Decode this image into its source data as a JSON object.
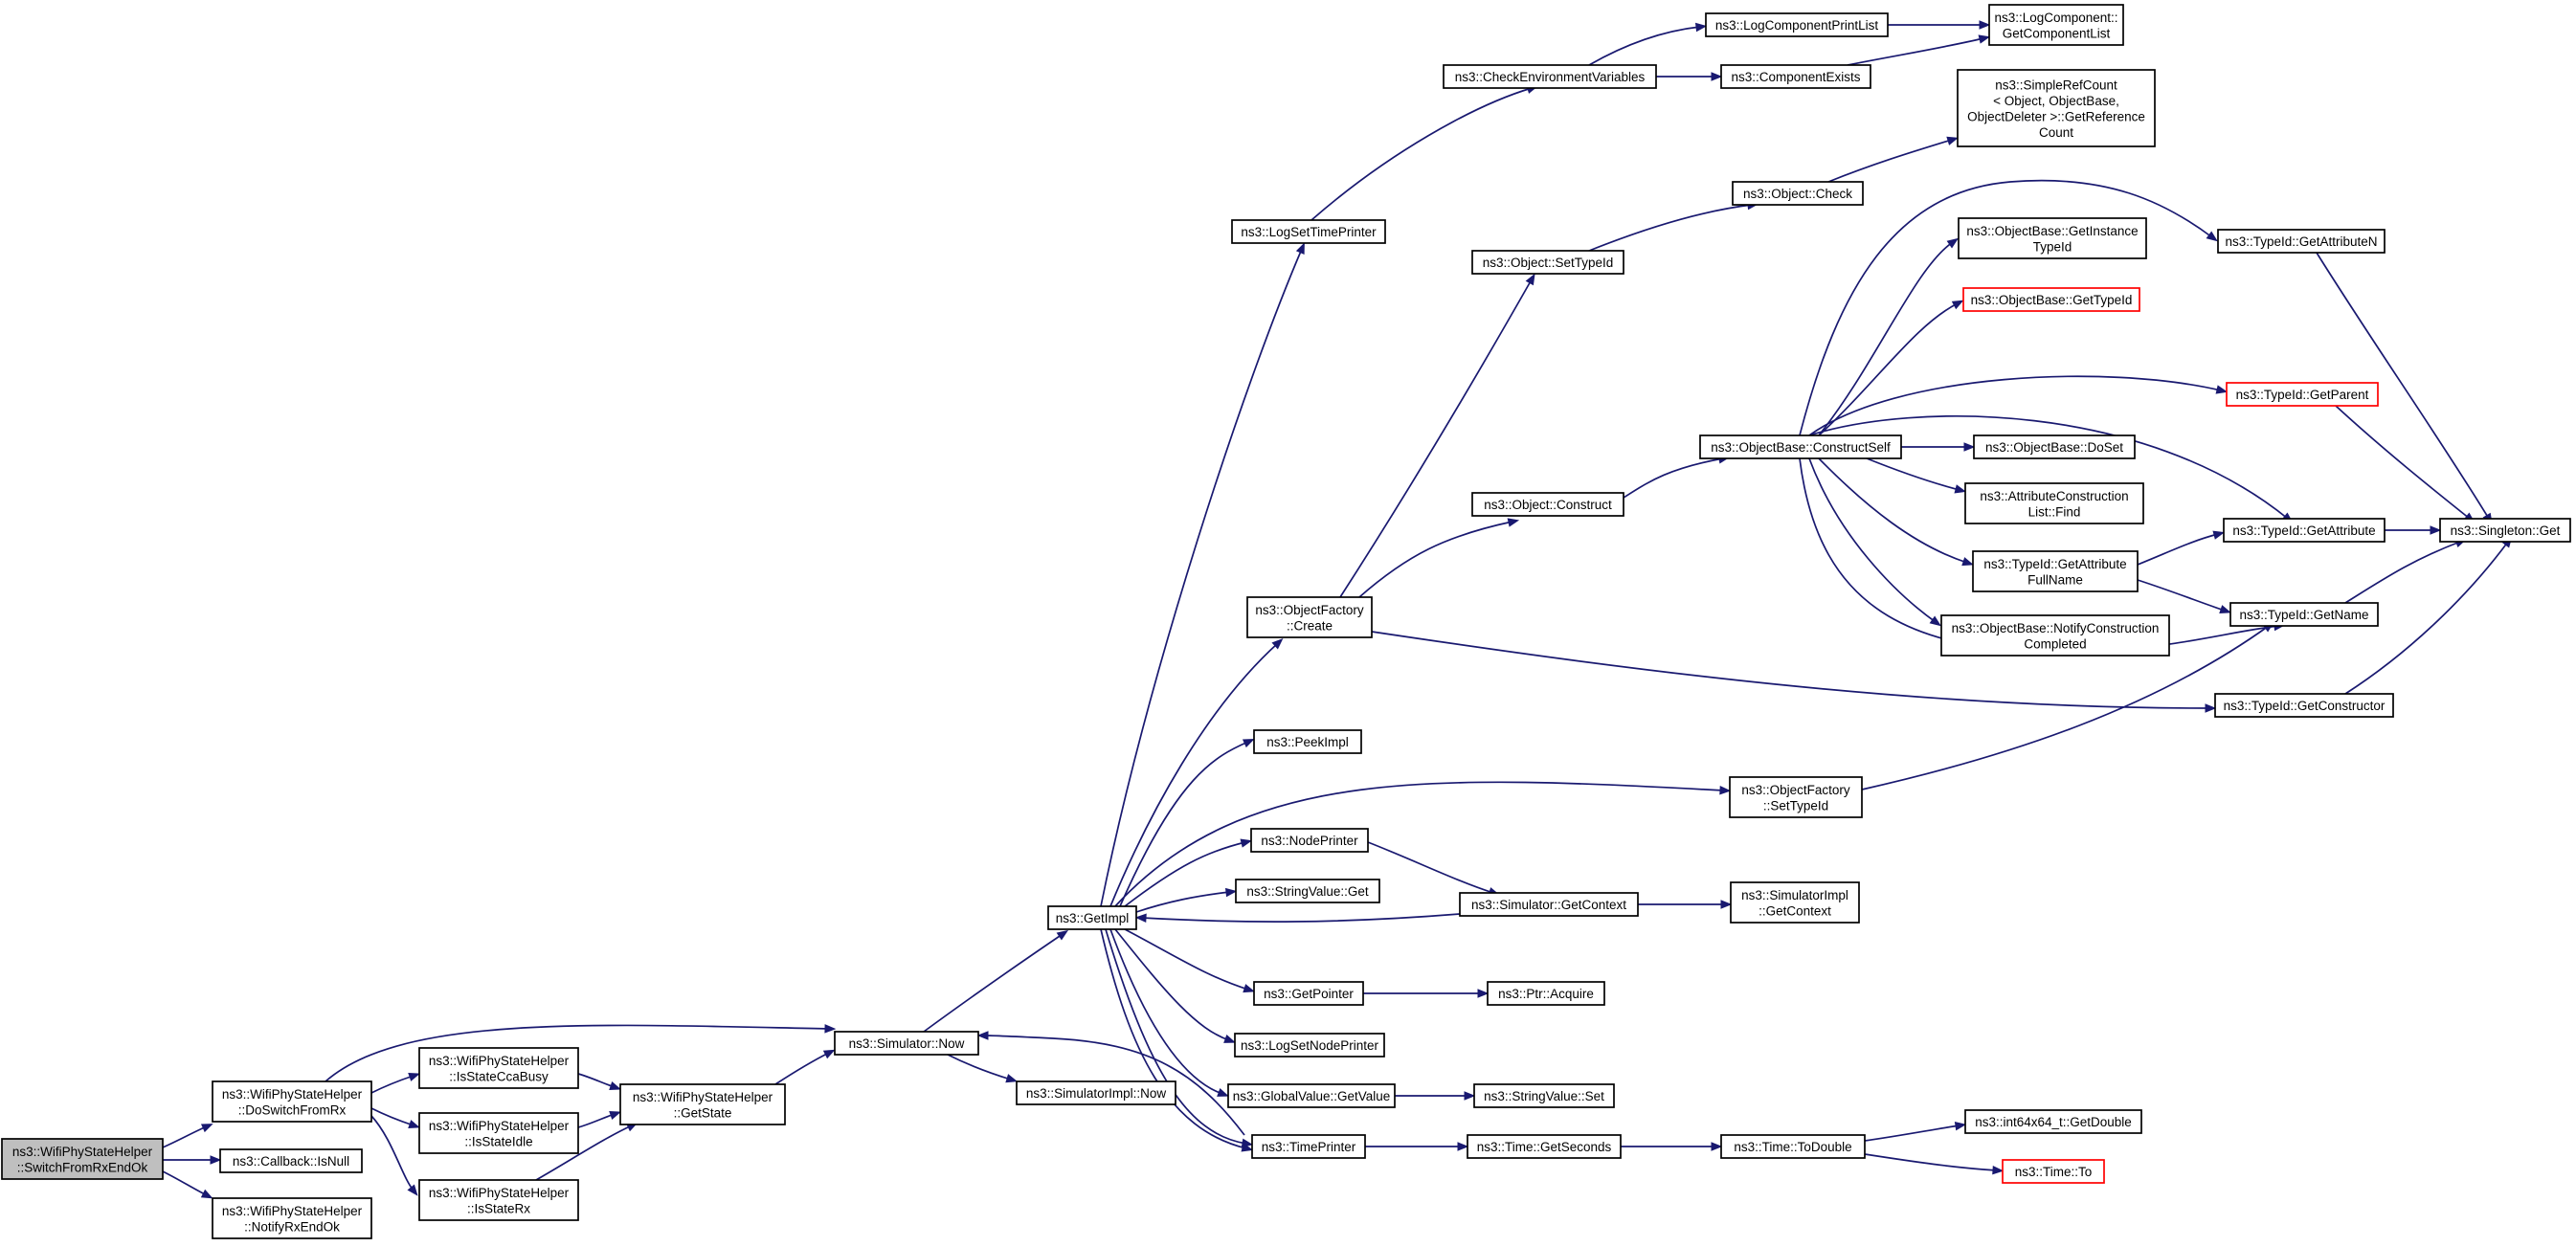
{
  "colors": {
    "edge": "#191970",
    "root_fill": "#bfbfbf",
    "highlight_border": "#ff0000",
    "node_border": "#000000"
  },
  "nodes": {
    "n_root": {
      "lines": [
        "ns3::WifiPhyStateHelper",
        "::SwitchFromRxEndOk"
      ],
      "root": true
    },
    "n_doswitch": {
      "lines": [
        "ns3::WifiPhyStateHelper",
        "::DoSwitchFromRx"
      ]
    },
    "n_isnull": {
      "lines": [
        "ns3::Callback::IsNull"
      ]
    },
    "n_notifyrx": {
      "lines": [
        "ns3::WifiPhyStateHelper",
        "::NotifyRxEndOk"
      ]
    },
    "n_ccabusy": {
      "lines": [
        "ns3::WifiPhyStateHelper",
        "::IsStateCcaBusy"
      ]
    },
    "n_isidle": {
      "lines": [
        "ns3::WifiPhyStateHelper",
        "::IsStateIdle"
      ]
    },
    "n_isrx": {
      "lines": [
        "ns3::WifiPhyStateHelper",
        "::IsStateRx"
      ]
    },
    "n_getstate": {
      "lines": [
        "ns3::WifiPhyStateHelper",
        "::GetState"
      ]
    },
    "n_simnow": {
      "lines": [
        "ns3::Simulator::Now"
      ]
    },
    "n_simimplnow": {
      "lines": [
        "ns3::SimulatorImpl::Now"
      ]
    },
    "n_getimpl": {
      "lines": [
        "ns3::GetImpl"
      ]
    },
    "n_logsettime": {
      "lines": [
        "ns3::LogSetTimePrinter"
      ]
    },
    "n_checkenv": {
      "lines": [
        "ns3::CheckEnvironmentVariables"
      ]
    },
    "n_logcompprint": {
      "lines": [
        "ns3::LogComponentPrintList"
      ]
    },
    "n_compexists": {
      "lines": [
        "ns3::ComponentExists"
      ]
    },
    "n_getcomplist": {
      "lines": [
        "ns3::LogComponent::",
        "GetComponentList"
      ]
    },
    "n_simplerefcount": {
      "lines": [
        "ns3::SimpleRefCount",
        "< Object, ObjectBase,",
        "ObjectDeleter >::GetReference",
        "Count"
      ]
    },
    "n_objcheck": {
      "lines": [
        "ns3::Object::Check"
      ]
    },
    "n_objsettypeid": {
      "lines": [
        "ns3::Object::SetTypeId"
      ]
    },
    "n_getinstancetypeid": {
      "lines": [
        "ns3::ObjectBase::GetInstance",
        "TypeId"
      ]
    },
    "n_objbasegettypeid": {
      "lines": [
        "ns3::ObjectBase::GetTypeId"
      ],
      "red": true
    },
    "n_getattributen": {
      "lines": [
        "ns3::TypeId::GetAttributeN"
      ]
    },
    "n_getparent": {
      "lines": [
        "ns3::TypeId::GetParent"
      ],
      "red": true
    },
    "n_constructself": {
      "lines": [
        "ns3::ObjectBase::ConstructSelf"
      ]
    },
    "n_doset": {
      "lines": [
        "ns3::ObjectBase::DoSet"
      ]
    },
    "n_attrconstfind": {
      "lines": [
        "ns3::AttributeConstruction",
        "List::Find"
      ]
    },
    "n_objconstruct": {
      "lines": [
        "ns3::Object::Construct"
      ]
    },
    "n_getattribute": {
      "lines": [
        "ns3::TypeId::GetAttribute"
      ]
    },
    "n_singletonget": {
      "lines": [
        "ns3::Singleton::Get"
      ]
    },
    "n_getattrfullname": {
      "lines": [
        "ns3::TypeId::GetAttribute",
        "FullName"
      ]
    },
    "n_getname": {
      "lines": [
        "ns3::TypeId::GetName"
      ]
    },
    "n_notifyconst": {
      "lines": [
        "ns3::ObjectBase::NotifyConstruction",
        "Completed"
      ]
    },
    "n_objfactcreate": {
      "lines": [
        "ns3::ObjectFactory",
        "::Create"
      ]
    },
    "n_getconstructor": {
      "lines": [
        "ns3::TypeId::GetConstructor"
      ]
    },
    "n_peekimpl": {
      "lines": [
        "ns3::PeekImpl"
      ]
    },
    "n_objfactsettypeid": {
      "lines": [
        "ns3::ObjectFactory",
        "::SetTypeId"
      ]
    },
    "n_nodeprinter": {
      "lines": [
        "ns3::NodePrinter"
      ]
    },
    "n_stringvalueget": {
      "lines": [
        "ns3::StringValue::Get"
      ]
    },
    "n_getcontext": {
      "lines": [
        "ns3::Simulator::GetContext"
      ]
    },
    "n_simimplgetcontext": {
      "lines": [
        "ns3::SimulatorImpl",
        "::GetContext"
      ]
    },
    "n_getpointer": {
      "lines": [
        "ns3::GetPointer"
      ]
    },
    "n_ptracquire": {
      "lines": [
        "ns3::Ptr::Acquire"
      ]
    },
    "n_logsetnode": {
      "lines": [
        "ns3::LogSetNodePrinter"
      ]
    },
    "n_globalvalueget": {
      "lines": [
        "ns3::GlobalValue::GetValue"
      ]
    },
    "n_stringvalueset": {
      "lines": [
        "ns3::StringValue::Set"
      ]
    },
    "n_timeprinter": {
      "lines": [
        "ns3::TimePrinter"
      ]
    },
    "n_getseconds": {
      "lines": [
        "ns3::Time::GetSeconds"
      ]
    },
    "n_todouble": {
      "lines": [
        "ns3::Time::ToDouble"
      ]
    },
    "n_int64getdouble": {
      "lines": [
        "ns3::int64x64_t::GetDouble"
      ]
    },
    "n_timeto": {
      "lines": [
        "ns3::Time::To"
      ],
      "red": true
    }
  }
}
